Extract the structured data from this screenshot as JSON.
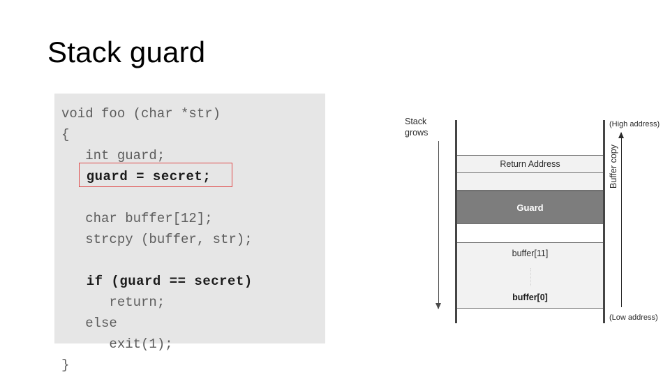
{
  "slide": {
    "title": "Stack guard"
  },
  "code_panel": {
    "lines": [
      {
        "text": "void foo (char *str)",
        "bold": false
      },
      {
        "text": "{",
        "bold": false
      },
      {
        "text": "   int guard;",
        "bold": false
      },
      {
        "text": "   guard = secret;",
        "bold": true
      },
      {
        "text": " ",
        "bold": false
      },
      {
        "text": "   char buffer[12];",
        "bold": false
      },
      {
        "text": "   strcpy (buffer, str);",
        "bold": false
      },
      {
        "text": " ",
        "bold": false
      },
      {
        "text": "   if (guard == secret)",
        "bold": true
      },
      {
        "text": "      return;",
        "bold": false
      },
      {
        "text": "   else",
        "bold": false
      },
      {
        "text": "      exit(1);",
        "bold": false
      },
      {
        "text": "}",
        "bold": false
      }
    ],
    "highlight": {
      "line_index": 3,
      "color": "#e04a4a"
    },
    "background": "#e6e6e6"
  },
  "stack_diagram": {
    "stack_grows_label": "Stack\ngrows",
    "high_address_label": "(High address)",
    "low_address_label": "(Low address)",
    "buffer_copy_label": "Buffer copy",
    "slots": {
      "return_address": "Return Address",
      "padding": "",
      "guard": "Guard",
      "gap": "",
      "buffer_top": "buffer[11]",
      "buffer_bottom": "buffer[0]"
    },
    "colors": {
      "guard_fill": "#7d7d7d",
      "slot_fill": "#f2f2f2",
      "rail": "#454545"
    }
  }
}
